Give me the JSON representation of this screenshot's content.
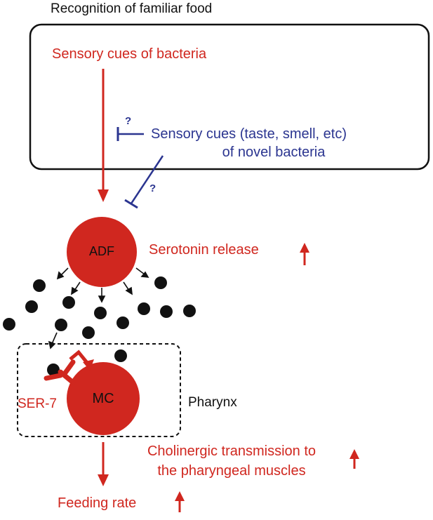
{
  "title": "Recognition of familiar food",
  "familiar_cue": "Sensory cues of bacteria",
  "novel_cue_line1": "Sensory cues (taste, smell, etc)",
  "novel_cue_line2": "of novel bacteria",
  "question_mark_1": "?",
  "question_mark_2": "?",
  "adf_label": "ADF",
  "serotonin_label": "Serotonin release",
  "mc_label": "MC",
  "ser7_label": "SER-7",
  "pharynx_label": "Pharynx",
  "cholinergic_line1": "Cholinergic transmission to",
  "cholinergic_line2": "the pharyngeal muscles",
  "feeding_label": "Feeding rate",
  "colors": {
    "red": "#d0271f",
    "blue": "#2b3590",
    "black": "#111111"
  }
}
